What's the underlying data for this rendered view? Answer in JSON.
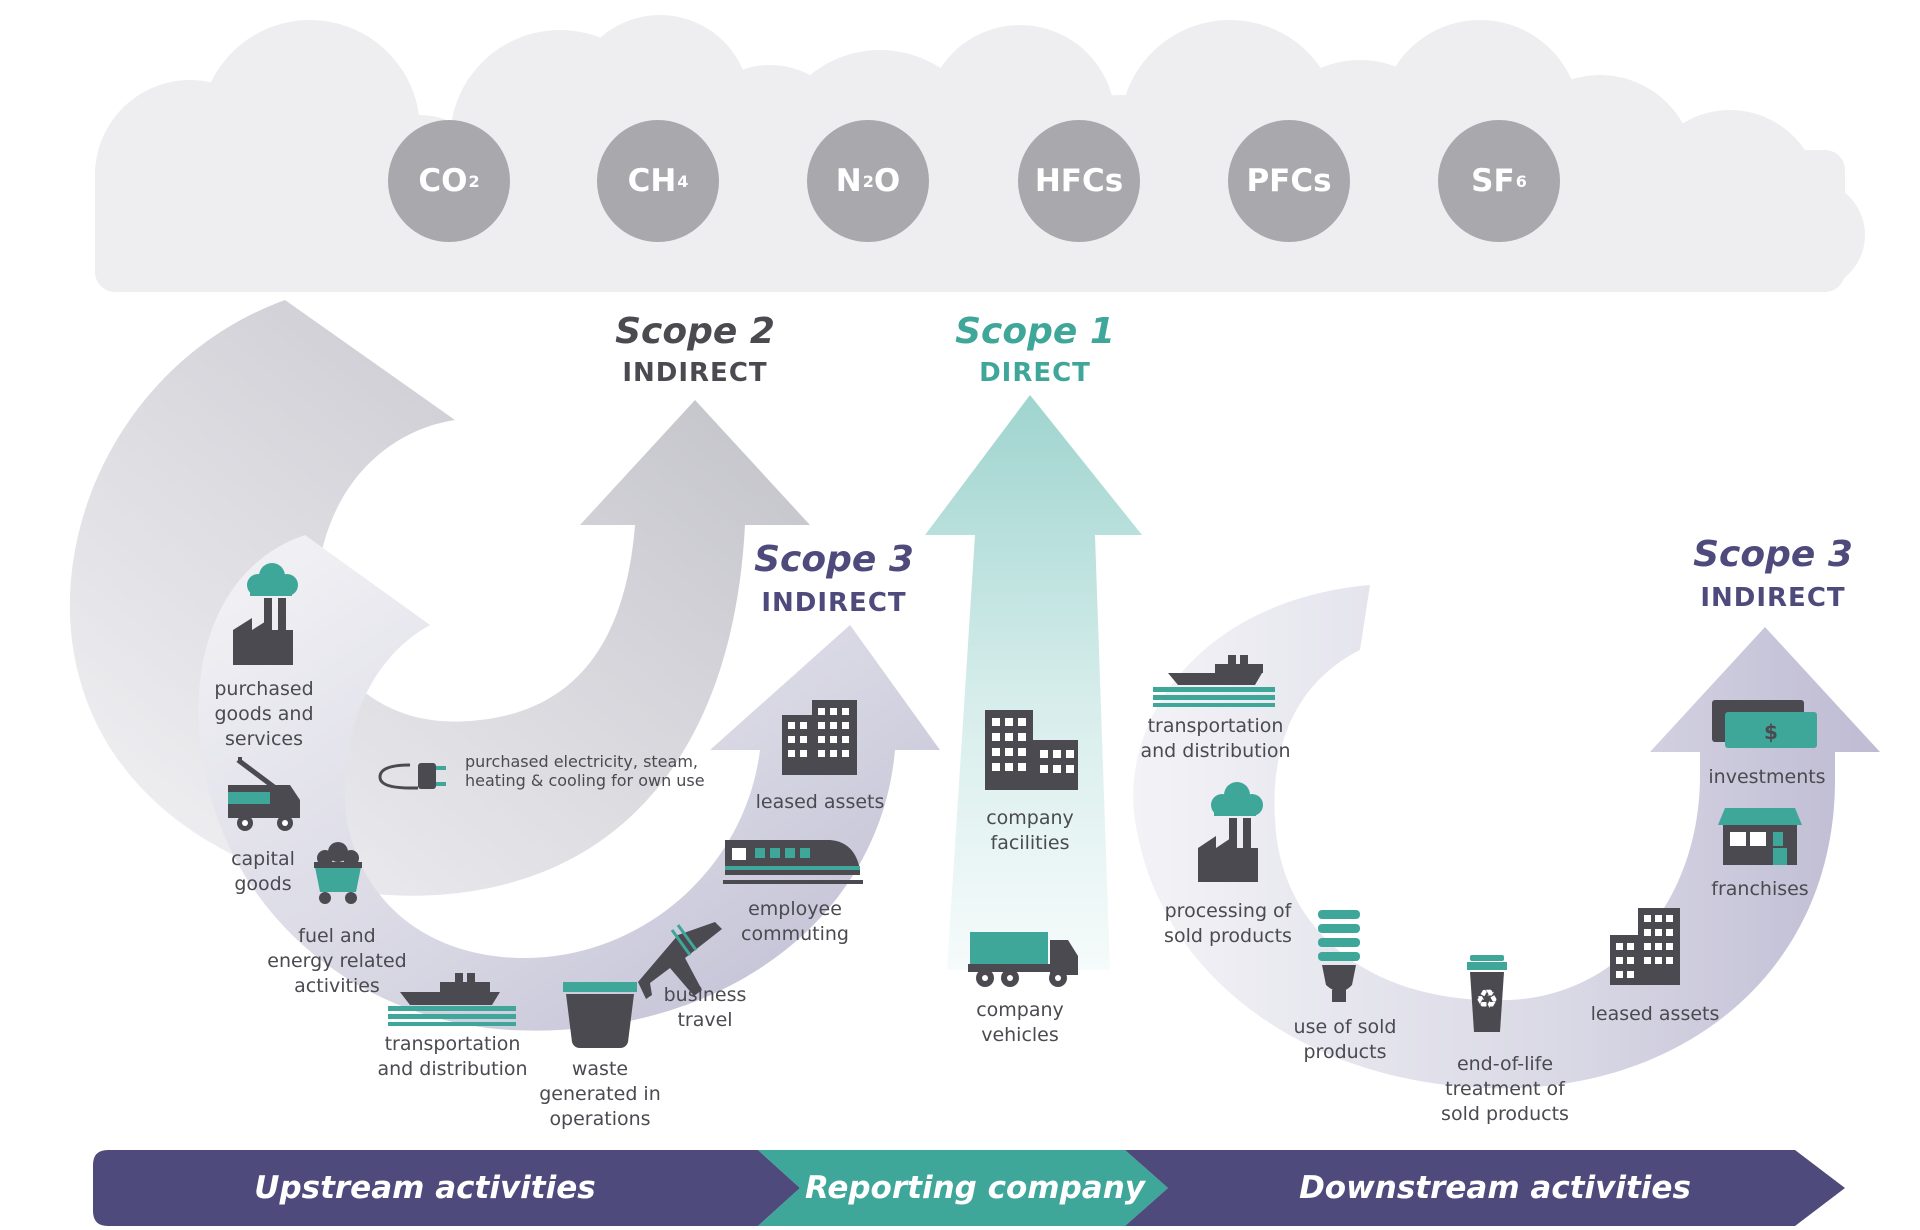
{
  "gases": [
    {
      "base": "CO",
      "sub": "2"
    },
    {
      "base": "CH",
      "sub": "4"
    },
    {
      "base": "N",
      "sub": "2",
      "tail": "O"
    },
    {
      "base": "HFCs",
      "sub": ""
    },
    {
      "base": "PFCs",
      "sub": ""
    },
    {
      "base": "SF",
      "sub": "6"
    }
  ],
  "scopes": {
    "scope2": {
      "title": "Scope 2",
      "subtitle": "INDIRECT"
    },
    "scope1": {
      "title": "Scope 1",
      "subtitle": "DIRECT"
    },
    "scope3_upstream": {
      "title": "Scope 3",
      "subtitle": "INDIRECT"
    },
    "scope3_downstream": {
      "title": "Scope 3",
      "subtitle": "INDIRECT"
    }
  },
  "upstream_items": {
    "purchased_goods": "purchased\ngoods and\nservices",
    "capital_goods": "capital\ngoods",
    "fuel_energy": "fuel and\nenergy related\nactivities",
    "transportation": "transportation\nand distribution",
    "waste": "waste\ngenerated in\noperations",
    "business_travel": "business\ntravel",
    "employee_commuting": "employee\ncommuting",
    "leased_assets": "leased assets",
    "purchased_electricity": "purchased electricity, steam,\nheating & cooling for own use"
  },
  "company_items": {
    "facilities": "company\nfacilities",
    "vehicles": "company\nvehicles"
  },
  "downstream_items": {
    "transportation": "transportation\nand distribution",
    "processing": "processing of\nsold products",
    "use_of_products": "use of sold\nproducts",
    "end_of_life": "end-of-life\ntreatment of\nsold products",
    "leased_assets": "leased assets",
    "franchises": "franchises",
    "investments": "investments",
    "dollar_sign": "$"
  },
  "bar": {
    "upstream": "Upstream activities",
    "reporting": "Reporting company",
    "downstream": "Downstream activities"
  },
  "colors": {
    "teal": "#3fa69a",
    "dark": "#4a4a50",
    "purple": "#4f4a7c",
    "gas_gray": "#a8a8ad",
    "cloud": "#eeeef1"
  }
}
